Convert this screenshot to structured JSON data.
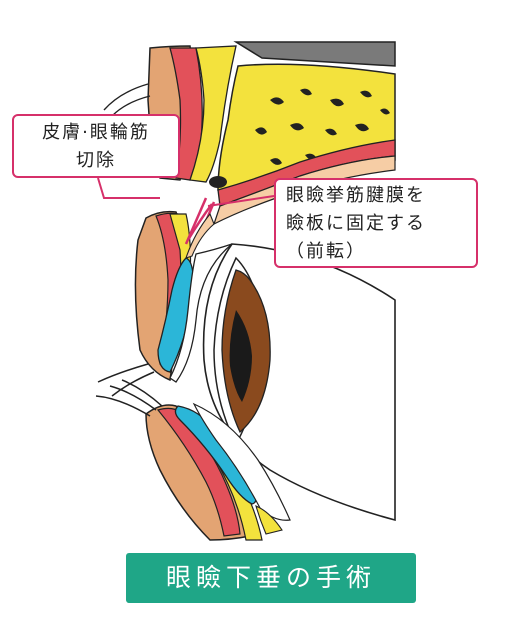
{
  "labels": {
    "skin_muscle_excision": [
      "皮膚·眼輪筋",
      "切除"
    ],
    "aponeurosis_fixation": [
      "眼瞼挙筋腱膜を",
      "瞼板に固定する",
      "（前転）"
    ]
  },
  "title": "眼瞼下垂の手術",
  "colors": {
    "accent_pink": "#d6306a",
    "title_green": "#1fa687",
    "skin_tan": "#e3a473",
    "muscle_red": "#e2515a",
    "fat_yellow": "#f3e23d",
    "tarsus_blue": "#2bb6d8",
    "iris_brown": "#8a4a1e"
  }
}
